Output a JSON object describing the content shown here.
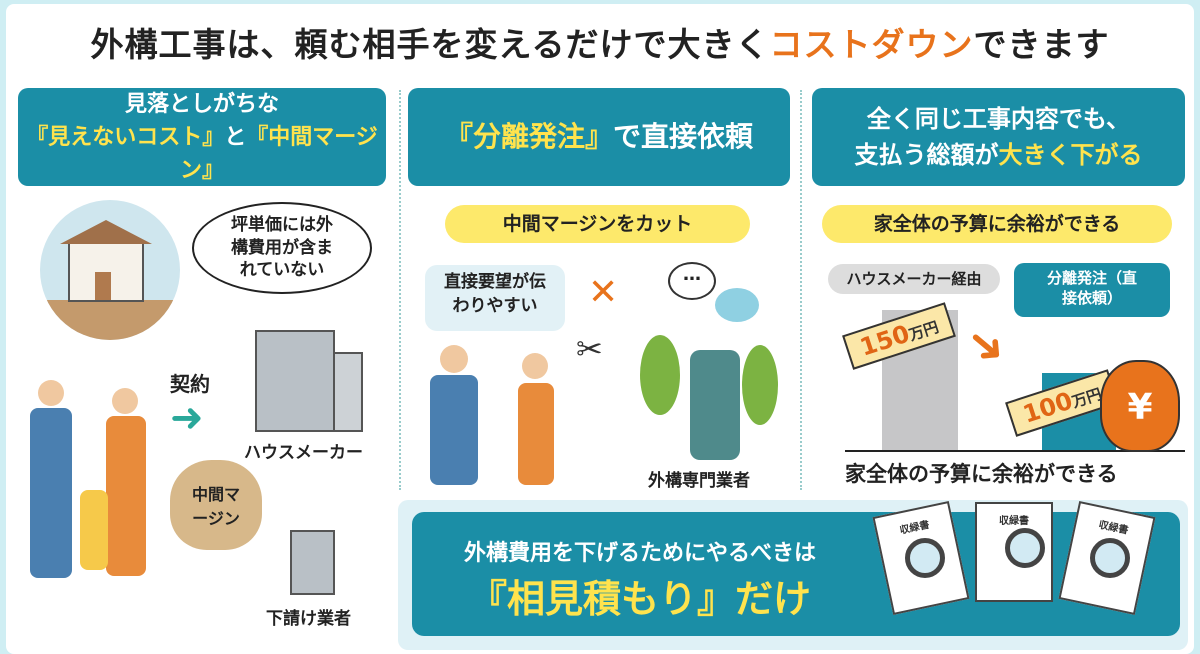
{
  "title": {
    "pre": "外構工事は、頼む相手を変えるだけで大きく",
    "accent": "コストダウン",
    "post": "できます"
  },
  "col1": {
    "header_line1": "見落としがちな",
    "header_q1": "『見えないコスト』",
    "header_and": "と",
    "header_q2": "『中間マージン』",
    "bubble": "坪単価には外構費用が含まれていない",
    "contract": "契約",
    "house_maker": "ハウスメーカー",
    "margin_bag": "中間マージン",
    "subcontractor": "下請け業者"
  },
  "col2": {
    "header_q": "『分離発注』",
    "header_rest": "で直接依頼",
    "pill": "中間マージンをカット",
    "bubble": "直接要望が伝わりやすい",
    "cross": "✕",
    "specialist": "外構専門業者"
  },
  "col3": {
    "header_line1": "全く同じ工事内容でも、",
    "header_line2a": "支払う総額が",
    "header_line2b": "大きく下がる",
    "pill": "家全体の予算に余裕ができる",
    "label_maker": "ハウスメーカー経由",
    "label_direct": "分離発注（直接依頼）",
    "price_maker": "150",
    "price_direct": "100",
    "unit": "万円",
    "yen": "¥",
    "caption": "家全体の予算に余裕ができる"
  },
  "banner": {
    "line1": "外構費用を下げるためにやるべきは",
    "line2": "『相見積もり』だけ",
    "doc_title": "収緑書"
  },
  "colors": {
    "teal": "#1b8ea6",
    "orange": "#e8731c",
    "yellow": "#fde96b"
  }
}
